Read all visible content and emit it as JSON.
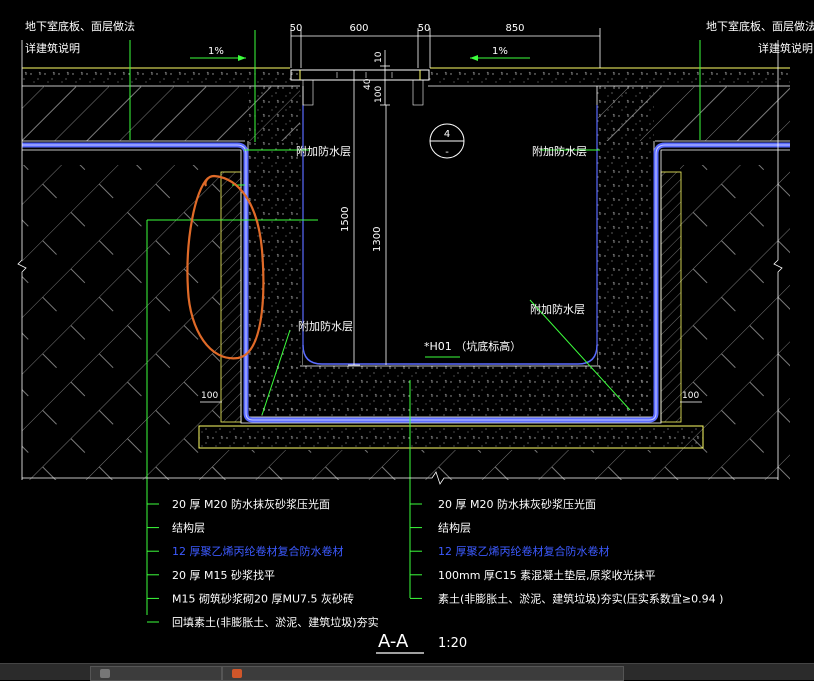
{
  "drawing": {
    "section_title": "A-A",
    "scale": "1:20",
    "slope_left": "1%",
    "slope_right": "1%",
    "note_left_1": "地下室底板、面层做法",
    "note_left_2": "详建筑说明",
    "note_right_1": "地下室底板、面层做法",
    "note_right_2": "详建筑说明",
    "dim_top": [
      "50",
      "600",
      "50",
      "850"
    ],
    "dim_v_small": [
      "10",
      "40",
      "100"
    ],
    "dim_1500": "1500",
    "dim_1300": "1300",
    "dim_100_left": "100",
    "dim_100_right": "100",
    "circle_top": "4",
    "circle_bottom": "-",
    "label_waterproof_1": "附加防水层",
    "label_waterproof_2": "附加防水层",
    "label_waterproof_3": "附加防水层",
    "label_waterproof_4": "附加防水层",
    "pit_bottom_label": "*H01 （坑底标高）"
  },
  "legend_left": [
    {
      "text": "20 厚 M20 防水抹灰砂浆压光面",
      "color": "#ffffff"
    },
    {
      "text": "结构层",
      "color": "#ffffff"
    },
    {
      "text": "12 厚聚乙烯丙纶卷材复合防水卷材",
      "color": "#3c5aff"
    },
    {
      "text": "20 厚 M15 砂浆找平",
      "color": "#ffffff"
    },
    {
      "text": "M15 砌筑砂浆砌20 厚MU7.5 灰砂砖",
      "color": "#ffffff"
    },
    {
      "text": "回填素土(非膨胀土、淤泥、建筑垃圾)夯实",
      "color": "#ffffff"
    }
  ],
  "legend_right": [
    {
      "text": "20 厚 M20 防水抹灰砂浆压光面",
      "color": "#ffffff"
    },
    {
      "text": "结构层",
      "color": "#ffffff"
    },
    {
      "text": "12 厚聚乙烯丙纶卷材复合防水卷材",
      "color": "#3c5aff"
    },
    {
      "text": "100mm 厚C15 素混凝土垫层,原浆收光抹平",
      "color": "#ffffff"
    },
    {
      "text": "素土(非膨胀土、淤泥、建筑垃圾)夯实(压实系数宜≥0.94 )",
      "color": "#ffffff"
    }
  ],
  "colors": {
    "background": "#000000",
    "line_white": "#ffffff",
    "line_yellow": "#ffff66",
    "line_green": "#3cff3c",
    "hatch": "#8a8a8a",
    "waterproof": "#5a6bff",
    "annotation": "#e06a28"
  }
}
